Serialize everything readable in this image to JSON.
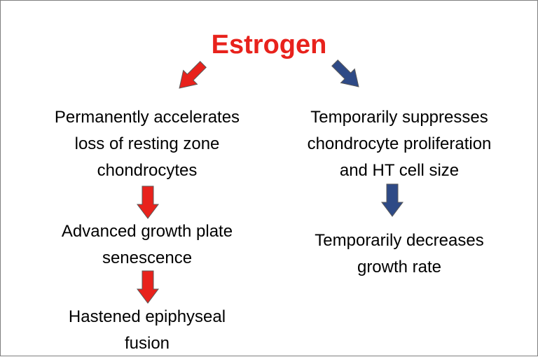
{
  "title": "Estrogen",
  "colors": {
    "title": "#e8221c",
    "left_arrow": "#e8221c",
    "right_arrow": "#2e4a86",
    "arrow_outline": "#5a5a5a"
  },
  "left_branch": {
    "arrow_icon": "red-arrow-icon",
    "steps": [
      {
        "lines": [
          "Permanently accelerates",
          "loss of resting zone",
          "chondrocytes"
        ]
      },
      {
        "lines": [
          "Advanced growth plate",
          "senescence"
        ]
      },
      {
        "lines": [
          "Hastened epiphyseal",
          "fusion"
        ]
      }
    ]
  },
  "right_branch": {
    "arrow_icon": "blue-arrow-icon",
    "steps": [
      {
        "lines": [
          "Temporarily suppresses",
          "chondrocyte proliferation",
          "and HT cell size"
        ]
      },
      {
        "lines": [
          "Temporarily decreases",
          "growth rate"
        ]
      }
    ]
  }
}
